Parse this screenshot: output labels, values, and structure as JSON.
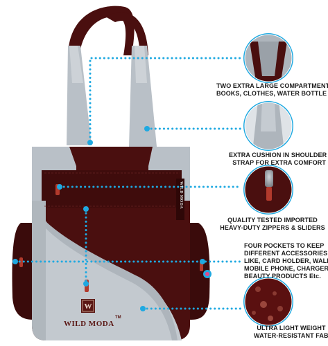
{
  "brand": {
    "name": "WILD MODA",
    "trademark": "TM",
    "monogram": "W"
  },
  "features": [
    {
      "lines": [
        "TWO EXTRA LARGE COMPARTMENTFOR",
        "BOOKS, CLOTHES, WATER  BOTTLE Etc."
      ]
    },
    {
      "lines": [
        "EXTRA CUSHION IN SHOULDER",
        "STRAP FOR EXTRA COMFORT"
      ]
    },
    {
      "lines": [
        "QUALITY TESTED IMPORTED",
        "HEAVY-DUTY ZIPPERS & SLIDERS"
      ]
    },
    {
      "lines": [
        "FOUR POCKETS TO KEEP",
        "DIFFERENT ACCESSORIES",
        "LIKE, CARD HOLDER, WALLET",
        "MOBILE PHONE, CHARGER,",
        "BEAUTY PRODUCTS Etc."
      ]
    },
    {
      "lines": [
        "ULTRA LIGHT WEIGHT",
        "WATER-RESISTANT FABRIC"
      ]
    }
  ],
  "colors": {
    "maroon": "#4a0f0f",
    "maroon_dark": "#2e0707",
    "grey": "#b9c0c7",
    "grey_light": "#d3d8dd",
    "leader": "#1fa9e1",
    "zipper": "#b23a2c",
    "text": "#1a1a1a"
  },
  "icons": [
    "compartment-closeup",
    "strap-closeup",
    "zipper-closeup",
    "pocket-closeup",
    "fabric-closeup"
  ]
}
